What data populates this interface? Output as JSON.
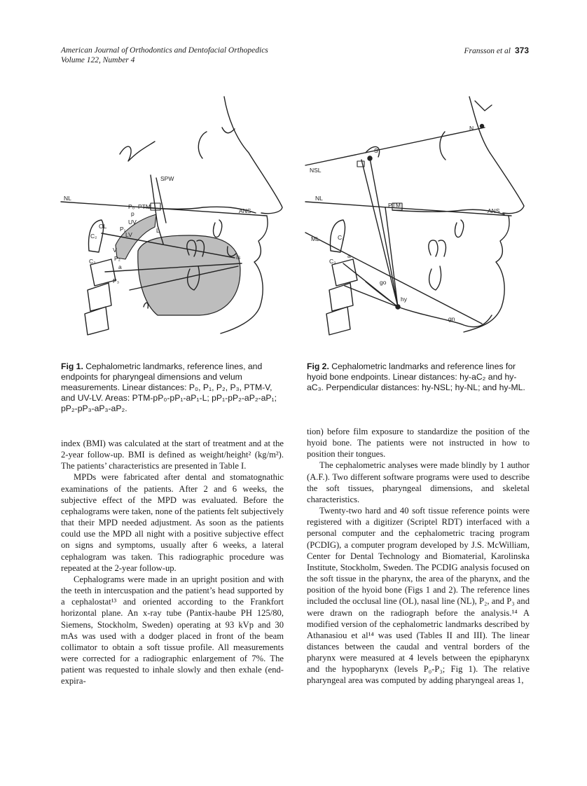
{
  "header": {
    "journal": "American Journal of Orthodontics and Dentofacial Orthopedics",
    "volume": "Volume 122, Number 4",
    "authors": "Fransson et al",
    "page": "373"
  },
  "fig1": {
    "labels": {
      "spw": "SPW",
      "nl": "NL",
      "ans": "ANS",
      "ptm": "PTM",
      "p0": "P₀",
      "p": "p",
      "uv": "UV",
      "p1": "P₁",
      "lv": "LV",
      "l": "L",
      "ol": "OL",
      "c2": "C₂",
      "v": "V",
      "p2": "P₂",
      "c3": "C₃",
      "p3": "P₃",
      "a": "a",
      "is": "is"
    },
    "caption_label": "Fig 1.",
    "caption_text": "Cephalometric landmarks, reference lines, and endpoints for pharyngeal dimensions and velum measurements. Linear distances: P₀, P₁, P₂, P₃, PTM-V, and UV-LV. Areas: PTM-pP₀-pP₁-aP₁-L; pP₁-pP₂-aP₂-aP₁; pP₂-pP₃-aP₃-aP₂."
  },
  "fig2": {
    "labels": {
      "n": "N",
      "s": "S",
      "nsl": "NSL",
      "nl": "NL",
      "ptm": "PTM",
      "ans": "ANS",
      "ml": "ML",
      "c2": "C₂",
      "c3": "C₃",
      "a": "a",
      "go": "go",
      "hy": "hy",
      "gn": "gn"
    },
    "caption_label": "Fig 2.",
    "caption_text": "Cephalometric landmarks and reference lines for hyoid bone endpoints. Linear distances: hy-aC₂ and hy-aC₃. Perpendicular distances: hy-NSL; hy-NL; and hy-ML."
  },
  "left_column": [
    "index (BMI) was calculated at the start of treatment and at the 2-year follow-up. BMI is defined as weight/height² (kg/m²). The patients’ characteristics are presented in Table I.",
    "MPDs were fabricated after dental and stomatognathic examinations of the patients. After 2 and 6 weeks, the subjective effect of the MPD was evaluated. Before the cephalograms were taken, none of the patients felt subjectively that their MPD needed adjustment. As soon as the patients could use the MPD all night with a positive subjective effect on signs and symptoms, usually after 6 weeks, a lateral cephalogram was taken. This radiographic procedure was repeated at the 2-year follow-up.",
    "Cephalograms were made in an upright position and with the teeth in intercuspation and the patient’s head supported by a cephalostat¹³ and oriented according to the Frankfort horizontal plane. An x-ray tube (Pantix-haube PH 125/80, Siemens, Stockholm, Sweden) operating at 93 kVp and 30 mAs was used with a dodger placed in front of the beam collimator to obtain a soft tissue profile. All measurements were corrected for a radiographic enlargement of 7%. The patient was requested to inhale slowly and then exhale (end-expira-"
  ],
  "right_column": [
    "tion) before film exposure to standardize the position of the hyoid bone. The patients were not instructed in how to position their tongues.",
    "The cephalometric analyses were made blindly by 1 author (A.F.). Two different software programs were used to describe the soft tissues, pharyngeal dimensions, and skeletal characteristics.",
    "Twenty-two hard and 40 soft tissue reference points were registered with a digitizer (Scriptel RDT) interfaced with a personal computer and the cephalometric tracing program (PCDIG), a computer program developed by J.S. McWilliam, Center for Dental Technology and Biomaterial, Karolinska Institute, Stockholm, Sweden. The PCDIG analysis focused on the soft tissue in the pharynx, the area of the pharynx, and the position of the hyoid bone (Figs 1 and 2). The reference lines included the occlusal line (OL), nasal line (NL), P₂, and P₃ and were drawn on the radiograph before the analysis.¹⁴ A modified version of the cephalometric landmarks described by Athanasiou et al¹⁴ was used (Tables II and III). The linear distances between the caudal and ventral borders of the pharynx were measured at 4 levels between the epipharynx and the hypopharynx (levels P₀-P₃; Fig 1). The relative pharyngeal area was computed by adding pharyngeal areas 1,"
  ]
}
